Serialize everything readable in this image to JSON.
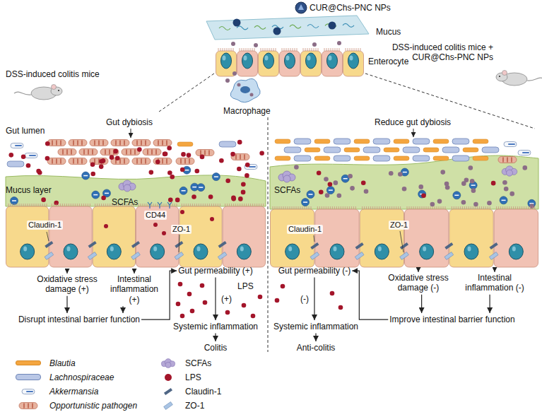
{
  "diagram": {
    "nodes": [
      {
        "text": [
          "Oxidative stress damage (+)"
        ]
      },
      {
        "text": [
          "Intestinal inflammation (+)"
        ]
      },
      {
        "text": [
          "Disrupt intestinal barrier function"
        ]
      },
      {
        "text": [
          "Gut permeability (+)"
        ]
      },
      {
        "text": [
          "Systemic inflammation"
        ]
      },
      {
        "text": [
          "Colitis"
        ]
      },
      {
        "text": [
          "Gut permeability (-)"
        ]
      },
      {
        "text": [
          "Oxidative stress damage (-)"
        ]
      },
      {
        "text": [
          "Intestinal inflammation (-)"
        ]
      },
      {
        "text": [
          "Systemic inflammation"
        ]
      },
      {
        "text": [
          "Improve intestinal barrier function"
        ]
      },
      {
        "text": [
          "Anti-colitis"
        ]
      }
    ],
    "edges": [
      {
        "from": 0,
        "to": 2,
        "arrow": "to"
      },
      {
        "from": 1,
        "to": 2,
        "arrow": "to"
      },
      {
        "from": 2,
        "to": 3,
        "arrow": "to"
      },
      {
        "from": 3,
        "to": 4,
        "label": "(+)",
        "arrow": "to"
      },
      {
        "from": 4,
        "to": 5,
        "arrow": "to"
      },
      {
        "from": 7,
        "to": 10,
        "arrow": "to"
      },
      {
        "from": 8,
        "to": 10,
        "arrow": "to"
      },
      {
        "from": 10,
        "to": 6,
        "arrow": "to"
      },
      {
        "from": 6,
        "to": 9,
        "label": "(-)",
        "arrow": "to"
      },
      {
        "from": 9,
        "to": 11,
        "arrow": "to"
      }
    ],
    "labels": [
      "CUR@Chs-PNC NPs",
      "Mucus",
      "Enterocyte",
      "Macrophage",
      "DSS-induced colitis mice",
      "DSS-induced colitis mice + CUR@Chs-PNC NPs",
      "Gut dybiosis",
      "Gut lumen",
      "Mucus layer",
      "SCFAs",
      "Claudin-1",
      "CD44",
      "ZO-1",
      "LPS",
      "Reduce gut dybiosis",
      "SCFAs",
      "Claudin-1",
      "ZO-1"
    ],
    "legend": [
      {
        "text": "Blautia",
        "color": "#f4a640"
      },
      {
        "text": "Lachnospiraceae",
        "color": "#b9c7e6"
      },
      {
        "text": "Akkermansia"
      },
      {
        "text": "Opportunistic pathogen"
      },
      {
        "text": "SCFAs"
      },
      {
        "text": "LPS",
        "color": "#a3152a"
      },
      {
        "text": "Claudin-1"
      },
      {
        "text": "ZO-1"
      }
    ]
  }
}
